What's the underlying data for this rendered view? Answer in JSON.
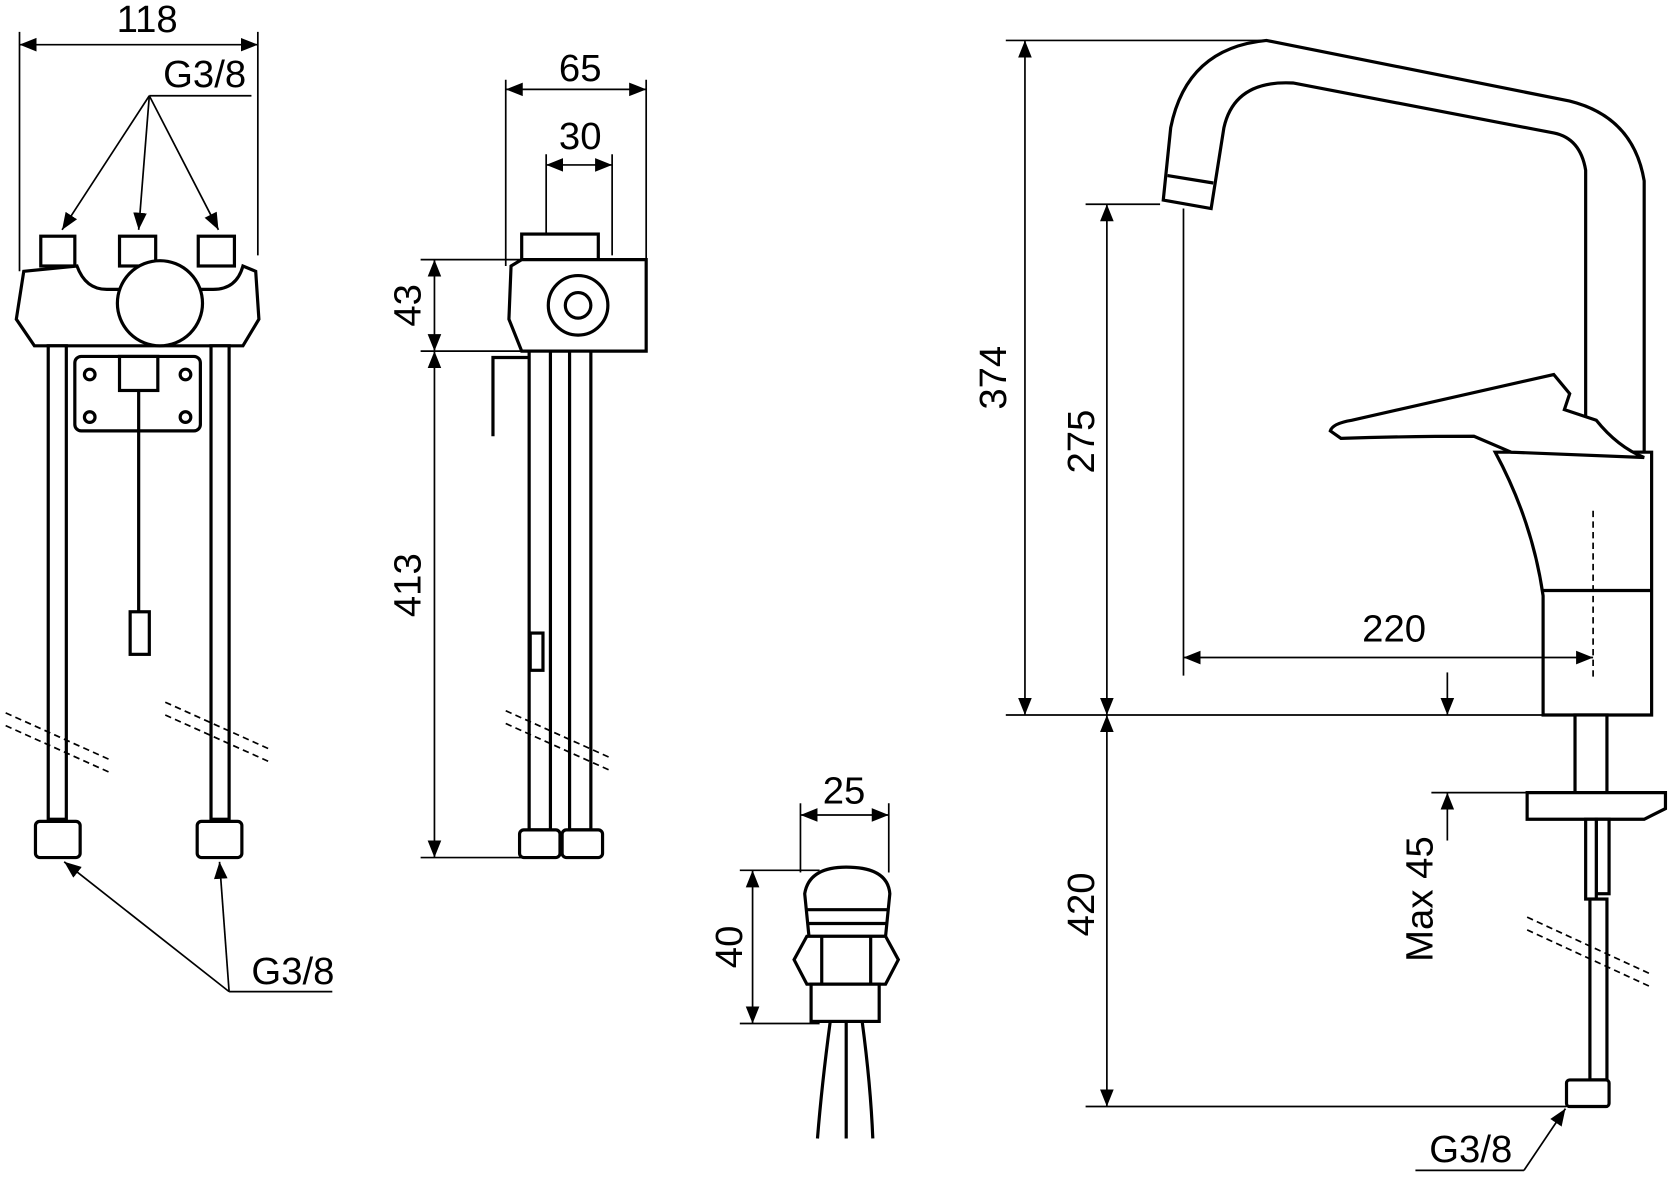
{
  "title": "Faucet dimension drawing",
  "dimensions": {
    "left_width": "118",
    "left_top_thread": "G3/8",
    "left_bottom_thread": "G3/8",
    "side_width": "65",
    "side_inner": "30",
    "side_body_height": "43",
    "side_hose_length": "413",
    "aerator_diameter": "25",
    "aerator_height": "40",
    "faucet_height": "374",
    "spout_height": "275",
    "spout_reach": "220",
    "hose_length": "420",
    "max_deck": "Max 45",
    "faucet_thread": "G3/8"
  }
}
